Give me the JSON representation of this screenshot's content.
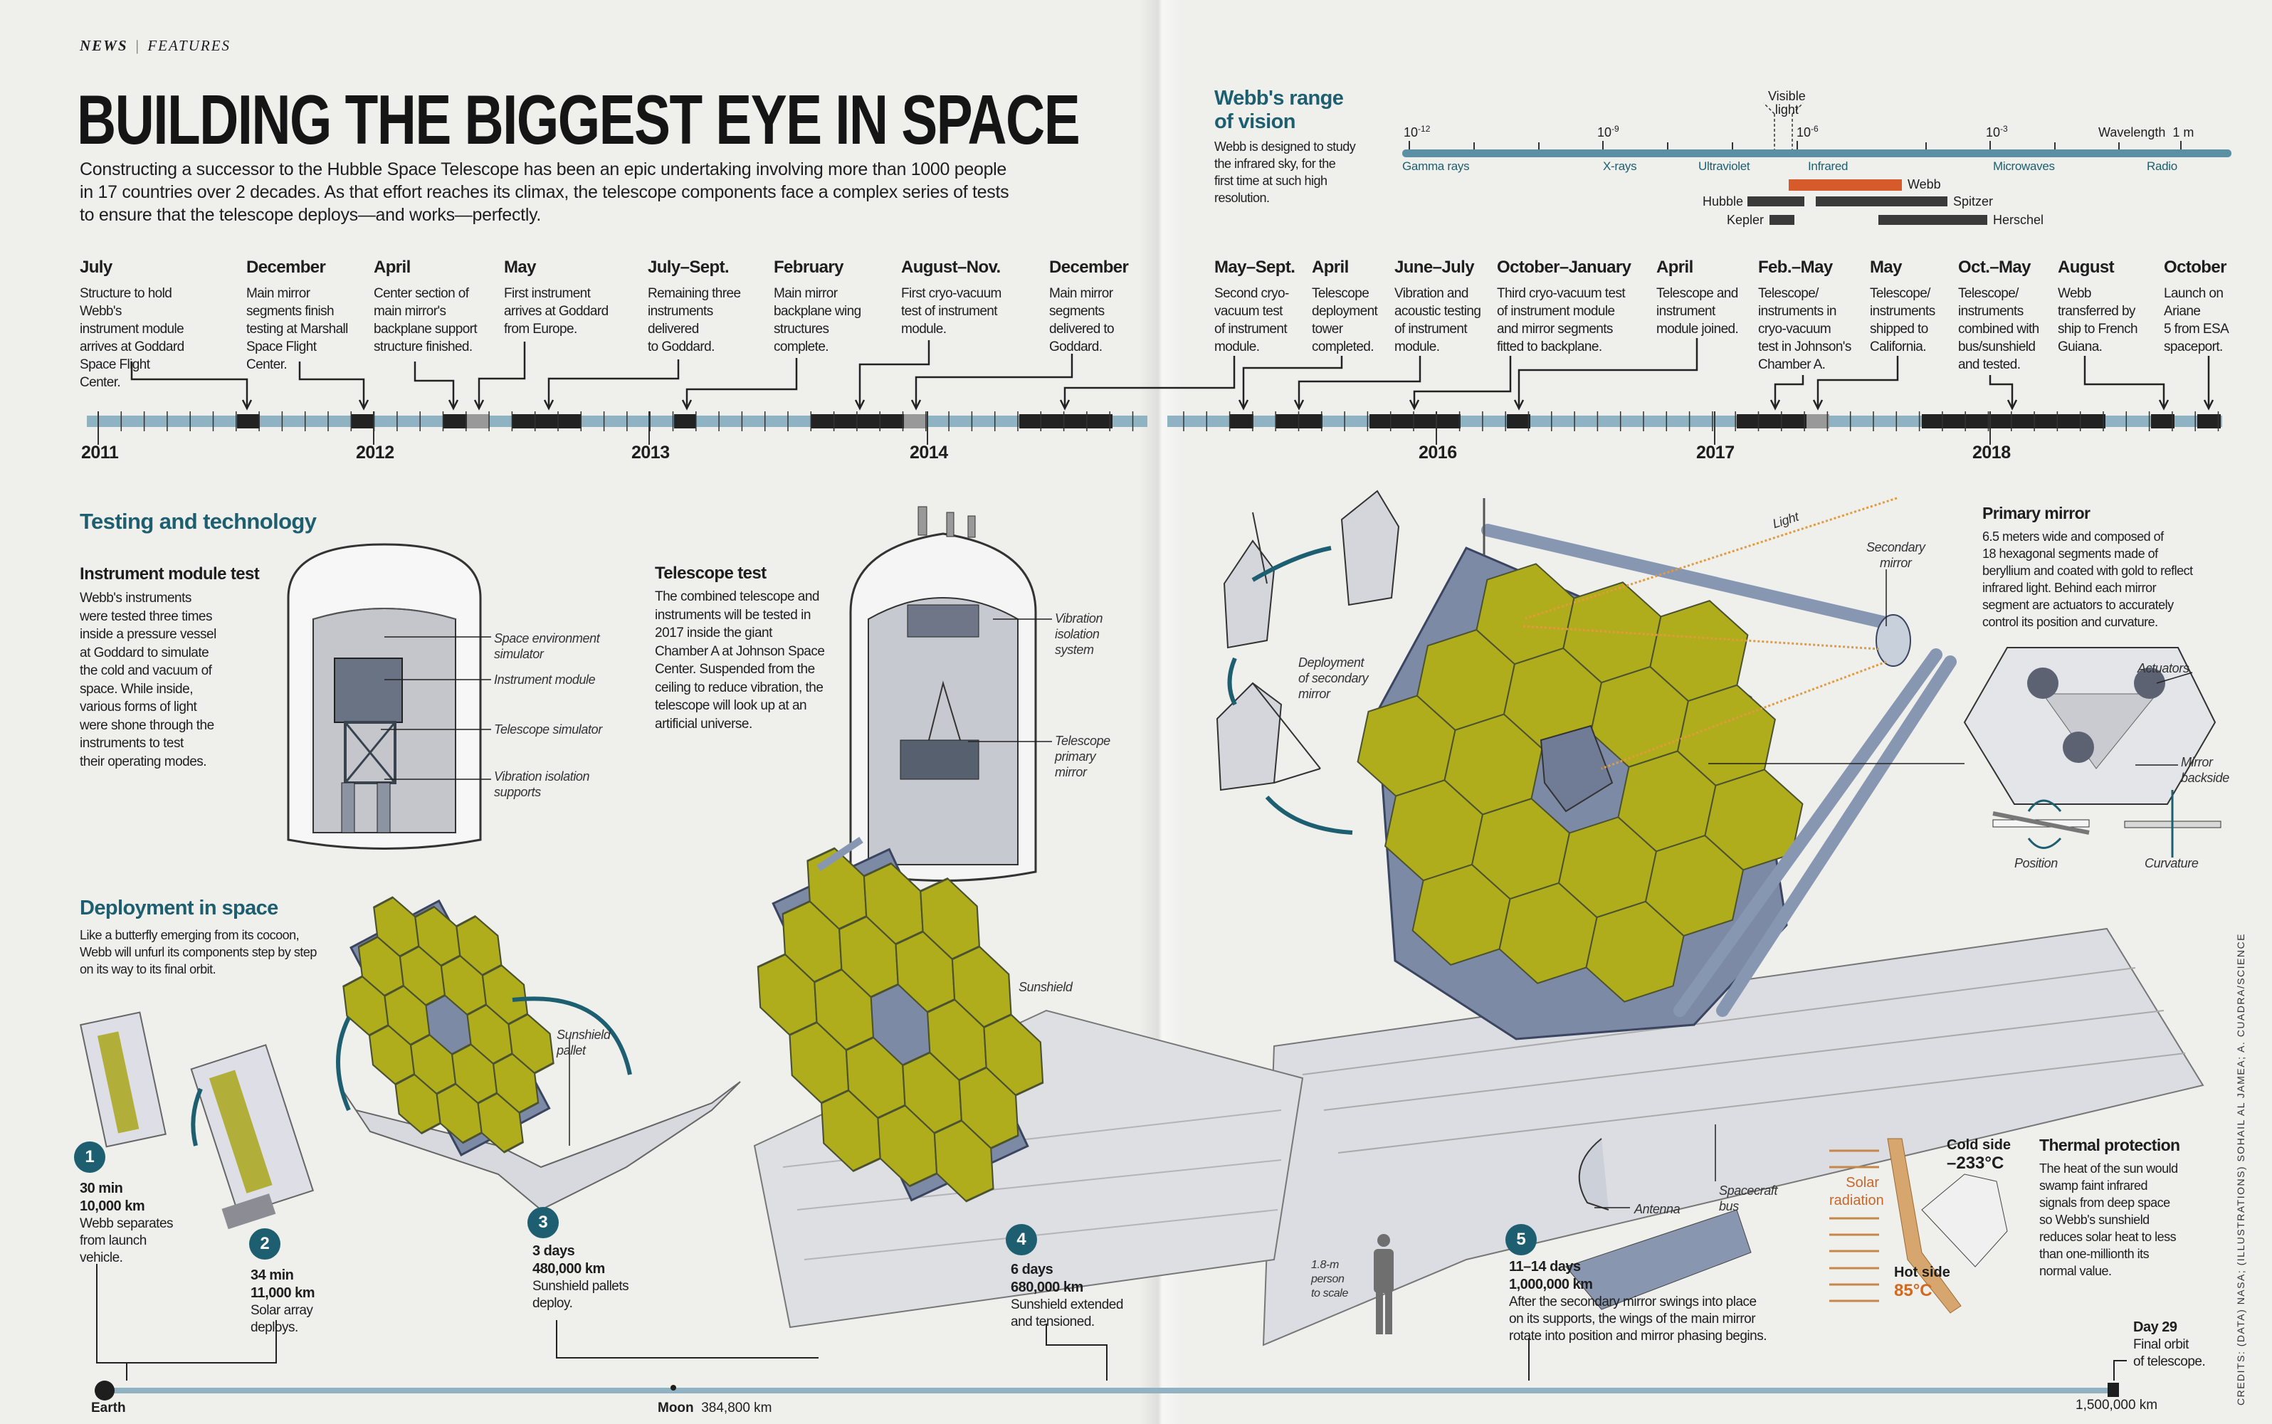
{
  "header": {
    "section": "NEWS",
    "subsection": "FEATURES"
  },
  "title": "BUILDING THE BIGGEST EYE IN SPACE",
  "intro": "Constructing a successor to the Hubble Space Telescope has been an epic undertaking involving more than 1000 people\nin 17 countries over 2 decades. As that effort reaches its climax, the telescope components face a complex series of tests\nto ensure that the telescope deploys—and works—perfectly.",
  "timeline": {
    "years": [
      "2011",
      "2012",
      "2013",
      "2014",
      "2016",
      "2017",
      "2018"
    ],
    "events": [
      {
        "month": "July",
        "text": "Structure to hold Webb's\ninstrument module\narrives at Goddard\nSpace Flight Center."
      },
      {
        "month": "December",
        "text": "Main mirror\nsegments finish\ntesting at Marshall\nSpace Flight Center."
      },
      {
        "month": "April",
        "text": "Center section of\nmain mirror's\nbackplane support\nstructure finished."
      },
      {
        "month": "May",
        "text": "First instrument\narrives at Goddard\nfrom Europe."
      },
      {
        "month": "July–Sept.",
        "text": "Remaining three\ninstruments\ndelivered\nto Goddard."
      },
      {
        "month": "February",
        "text": "Main mirror\nbackplane wing\nstructures\ncomplete."
      },
      {
        "month": "August–Nov.",
        "text": "First cryo-vacuum\ntest of instrument\nmodule."
      },
      {
        "month": "December",
        "text": "Main mirror\nsegments\ndelivered to\nGoddard."
      },
      {
        "month": "May–Sept.",
        "text": "Second cryo-\nvacuum test\nof instrument\nmodule."
      },
      {
        "month": "April",
        "text": "Telescope\ndeployment\ntower\ncompleted."
      },
      {
        "month": "June–July",
        "text": "Vibration and\nacoustic testing\nof instrument\nmodule."
      },
      {
        "month": "October–January",
        "text": "Third cryo-vacuum test\nof instrument module\nand mirror segments\nfitted to backplane."
      },
      {
        "month": "April",
        "text": "Telescope and\ninstrument\nmodule joined."
      },
      {
        "month": "Feb.–May",
        "text": "Telescope/\ninstruments in\ncryo-vacuum\ntest in Johnson's\nChamber A."
      },
      {
        "month": "May",
        "text": "Telescope/\ninstruments\nshipped to\nCalifornia."
      },
      {
        "month": "Oct.–May",
        "text": "Telescope/\ninstruments\ncombined with\nbus/sunshield\nand tested."
      },
      {
        "month": "August",
        "text": "Webb\ntransferred by\nship to French\nGuiana."
      },
      {
        "month": "October",
        "text": "Launch on\nAriane\n5 from ESA\nspaceport."
      }
    ]
  },
  "vision": {
    "heading": "Webb's range\nof vision",
    "text": "Webb is designed to study\nthe infrared sky, for the\nfirst time at such high\nresolution.",
    "visible_label": "Visible\nlight",
    "ticks": [
      {
        "base": "10",
        "exp": "-12"
      },
      {
        "base": "10",
        "exp": "-9"
      },
      {
        "base": "10",
        "exp": "-6"
      },
      {
        "base": "10",
        "exp": "-3"
      }
    ],
    "wavelength_label": "Wavelength  1 m",
    "bands": [
      "Gamma rays",
      "X-rays",
      "Ultraviolet",
      "Infrared",
      "Microwaves",
      "Radio"
    ],
    "telescopes": [
      "Webb",
      "Hubble",
      "Spitzer",
      "Kepler",
      "Herschel"
    ],
    "colors": {
      "webb": "#d65a2a",
      "others": "#3a3a3a",
      "spectrum": "#5b8fa3"
    }
  },
  "testing": {
    "heading": "Testing and technology",
    "instrument": {
      "title": "Instrument module test",
      "text": "Webb's instruments\nwere tested three times\ninside a pressure vessel\nat Goddard to simulate\nthe cold and vacuum of\nspace. While inside,\nvarious forms of light\nwere shone through the\ninstruments to test\ntheir operating modes.",
      "labels": [
        "Space environment\nsimulator",
        "Instrument module",
        "Telescope simulator",
        "Vibration isolation\nsupports"
      ]
    },
    "telescope": {
      "title": "Telescope test",
      "text": "The combined telescope and\ninstruments will be tested in\n2017 inside the giant\nChamber A at Johnson Space\nCenter. Suspended from the\nceiling to reduce vibration, the\ntelescope will look up at an\nartificial universe.",
      "labels": [
        "Vibration\nisolation\nsystem",
        "Telescope\nprimary\nmirror"
      ]
    }
  },
  "mirror": {
    "title": "Primary mirror",
    "text": "6.5 meters wide and composed of\n18 hexagonal segments made of\nberyllium and coated with gold to reflect\ninfrared light. Behind each mirror\nsegment are actuators to accurately\ncontrol its position and curvature.",
    "labels": {
      "actuators": "Actuators",
      "backside": "Mirror\nbackside",
      "position": "Position",
      "curvature": "Curvature",
      "light": "Light",
      "secondary": "Secondary\nmirror",
      "deploy_secondary": "Deployment\nof secondary\nmirror"
    }
  },
  "deployment": {
    "heading": "Deployment in space",
    "text": "Like a butterfly emerging from its cocoon,\nWebb will unfurl its components step by step\non its way to its final orbit.",
    "steps": [
      {
        "n": "1",
        "time": "30 min",
        "dist": "10,000 km",
        "text": "Webb separates\nfrom launch\nvehicle."
      },
      {
        "n": "2",
        "time": "34 min",
        "dist": "11,000 km",
        "text": "Solar array\ndeploys."
      },
      {
        "n": "3",
        "time": "3 days",
        "dist": "480,000 km",
        "text": "Sunshield pallets\ndeploy."
      },
      {
        "n": "4",
        "time": "6 days",
        "dist": "680,000 km",
        "text": "Sunshield extended\nand tensioned."
      },
      {
        "n": "5",
        "time": "11–14 days",
        "dist": "1,000,000 km",
        "text": "After the secondary mirror swings into place\non its supports, the wings of the main mirror\nrotate into position and mirror phasing begins."
      }
    ],
    "labels": {
      "pallet": "Sunshield\npallet",
      "sunshield": "Sunshield",
      "person": "1.8-m\nperson\nto scale",
      "antenna": "Antenna",
      "bus": "Spacecraft\nbus"
    },
    "earth": "Earth",
    "moon": "Moon",
    "moon_dist": "384,800 km",
    "final": {
      "day": "Day 29",
      "text": "Final orbit\nof telescope.",
      "dist": "1,500,000 km"
    }
  },
  "thermal": {
    "title": "Thermal protection",
    "text": "The heat of the sun would\nswamp faint infrared\nsignals from deep space\nso Webb's sunshield\nreduces solar heat to less\nthan one-millionth its\nnormal value.",
    "cold_label": "Cold side",
    "cold_temp": "–233°C",
    "hot_label": "Hot side",
    "hot_temp": "85°C",
    "solar": "Solar\nradiation"
  },
  "credits": "CREDITS: (DATA) NASA; (ILLUSTRATIONS) SOHAIL AL JAMEA; A. CUADRA/SCIENCE"
}
